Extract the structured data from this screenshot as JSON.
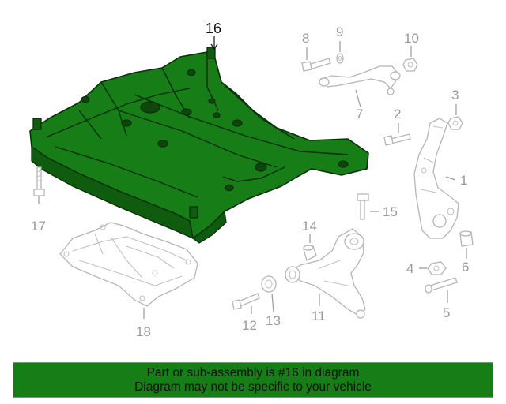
{
  "colors": {
    "highlight": "#177d17",
    "banner_background": "#177d17",
    "callout_text": "#9a9a9a",
    "main_callout_text": "#111111"
  },
  "callouts": {
    "c1": "1",
    "c2": "2",
    "c3": "3",
    "c4": "4",
    "c5": "5",
    "c6": "6",
    "c7": "7",
    "c8": "8",
    "c9": "9",
    "c10": "10",
    "c11": "11",
    "c12": "12",
    "c13": "13",
    "c14": "14",
    "c15": "15",
    "c16": "16",
    "c17": "17",
    "c18": "18"
  },
  "highlighted_part": "16",
  "banner": {
    "line1": "Part or sub-assembly is #16 in diagram",
    "line2": "Diagram may not be specific to your vehicle"
  }
}
